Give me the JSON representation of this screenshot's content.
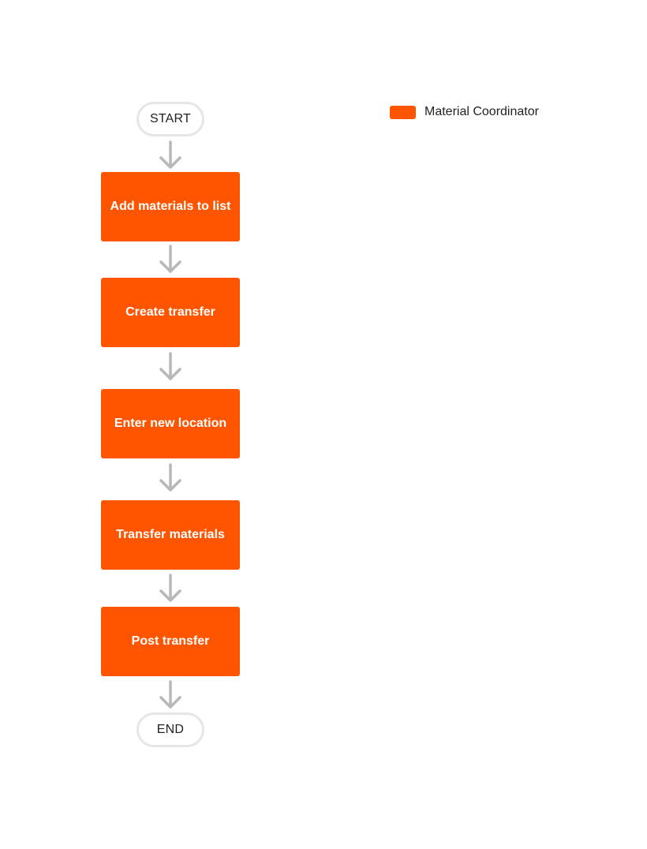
{
  "colors": {
    "step_fill": "#ff5500",
    "arrow": "#b8b8b8",
    "terminal_border": "#e6e6e6"
  },
  "start": {
    "label": "START"
  },
  "end": {
    "label": "END"
  },
  "steps": [
    {
      "label": "Add materials to list",
      "role": "Material Coordinator"
    },
    {
      "label": "Create transfer",
      "role": "Material Coordinator"
    },
    {
      "label": "Enter new location",
      "role": "Material Coordinator"
    },
    {
      "label": "Transfer materials",
      "role": "Material Coordinator"
    },
    {
      "label": "Post transfer",
      "role": "Material Coordinator"
    }
  ],
  "legend": {
    "items": [
      {
        "label": "Material Coordinator",
        "color": "#ff5500",
        "icon": "legend-swatch"
      }
    ]
  }
}
